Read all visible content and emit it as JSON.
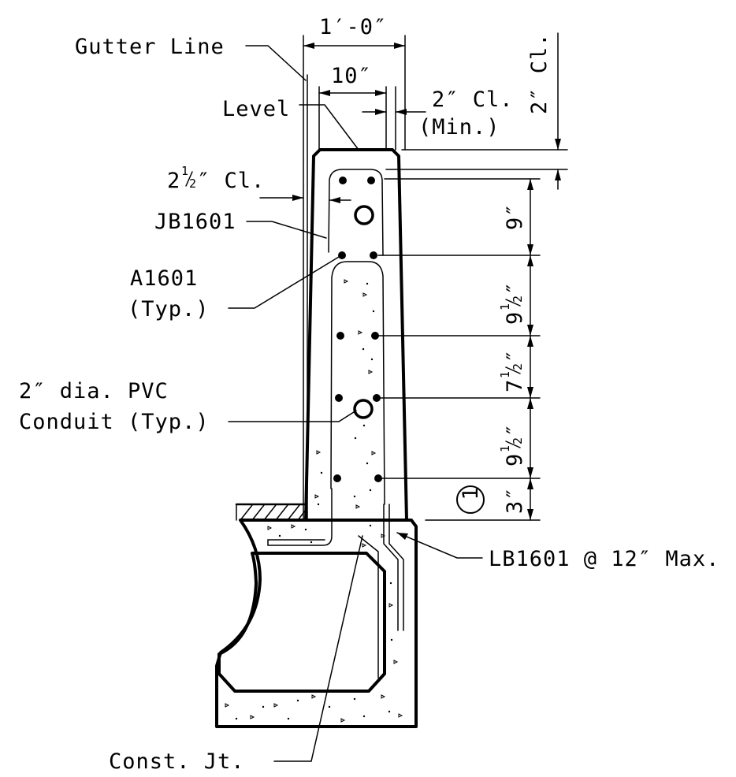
{
  "labels": {
    "gutter_line": "Gutter Line",
    "width_overall": "1′-0″",
    "width_inner": "10″",
    "level": "Level",
    "cl_side": "2″ Cl.",
    "min_note": "(Min.)",
    "cl_top": "2″ Cl.",
    "cl_left_whole": "2",
    "cl_left_frac_num": "1",
    "cl_left_frac_den": "2",
    "cl_left_tail": "″ Cl.",
    "jb": "JB1601",
    "a1601": "A1601",
    "typ": "(Typ.)",
    "pvc_line1": "2″ dia. PVC",
    "pvc_line2": "Conduit (Typ.)",
    "lb": "LB1601 @ 12″ Max.",
    "const_jt": "Const. Jt.",
    "note_marker": "1"
  },
  "dimensions": {
    "seg1": "9″",
    "seg2_whole": "9",
    "seg3_whole": "7",
    "seg4_whole": "9",
    "half_num": "1",
    "half_den": "2",
    "seg5": "3″",
    "inch_mark": "″"
  }
}
